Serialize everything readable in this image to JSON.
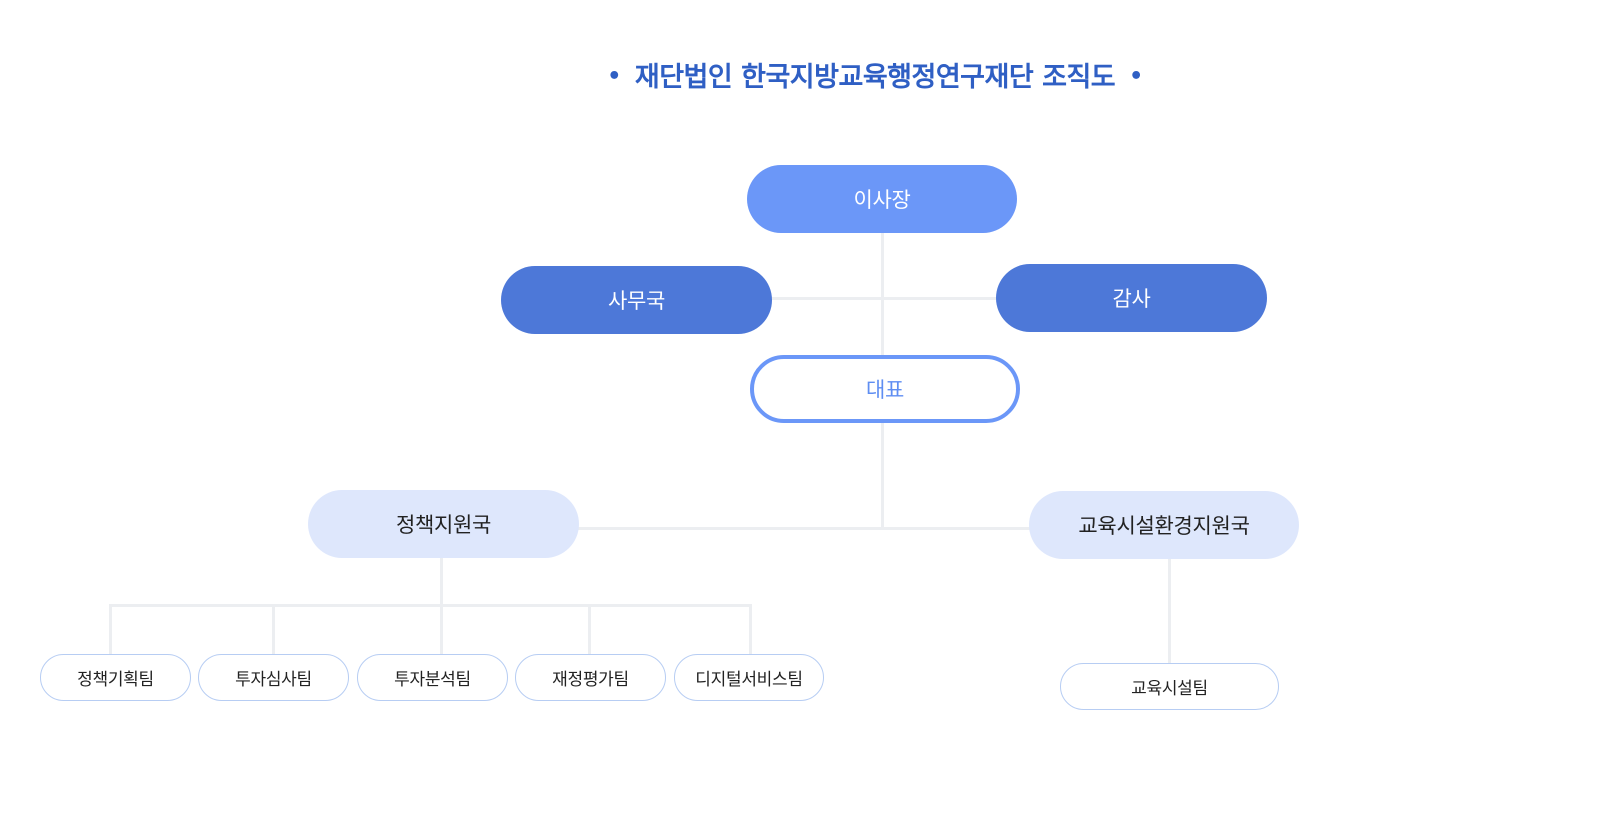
{
  "title": "재단법인 한국지방교육행정연구재단 조직도",
  "title_bullet": "•",
  "colors": {
    "title": "#2f5fc4",
    "chairman": "#6b97f8",
    "staff_units": "#4d78d8",
    "ceo_border": "#6b97f8",
    "departments": "#dee7fc",
    "team_border": "#b7cdf3",
    "connector": "#eceef1"
  },
  "org": {
    "chairman": "이사장",
    "secretariat": "사무국",
    "auditor": "감사",
    "ceo": "대표",
    "departments": [
      {
        "name": "정책지원국",
        "teams": [
          "정책기획팀",
          "투자심사팀",
          "투자분석팀",
          "재정평가팀",
          "디지털서비스팀"
        ]
      },
      {
        "name": "교육시설환경지원국",
        "teams": [
          "교육시설팀"
        ]
      }
    ]
  }
}
